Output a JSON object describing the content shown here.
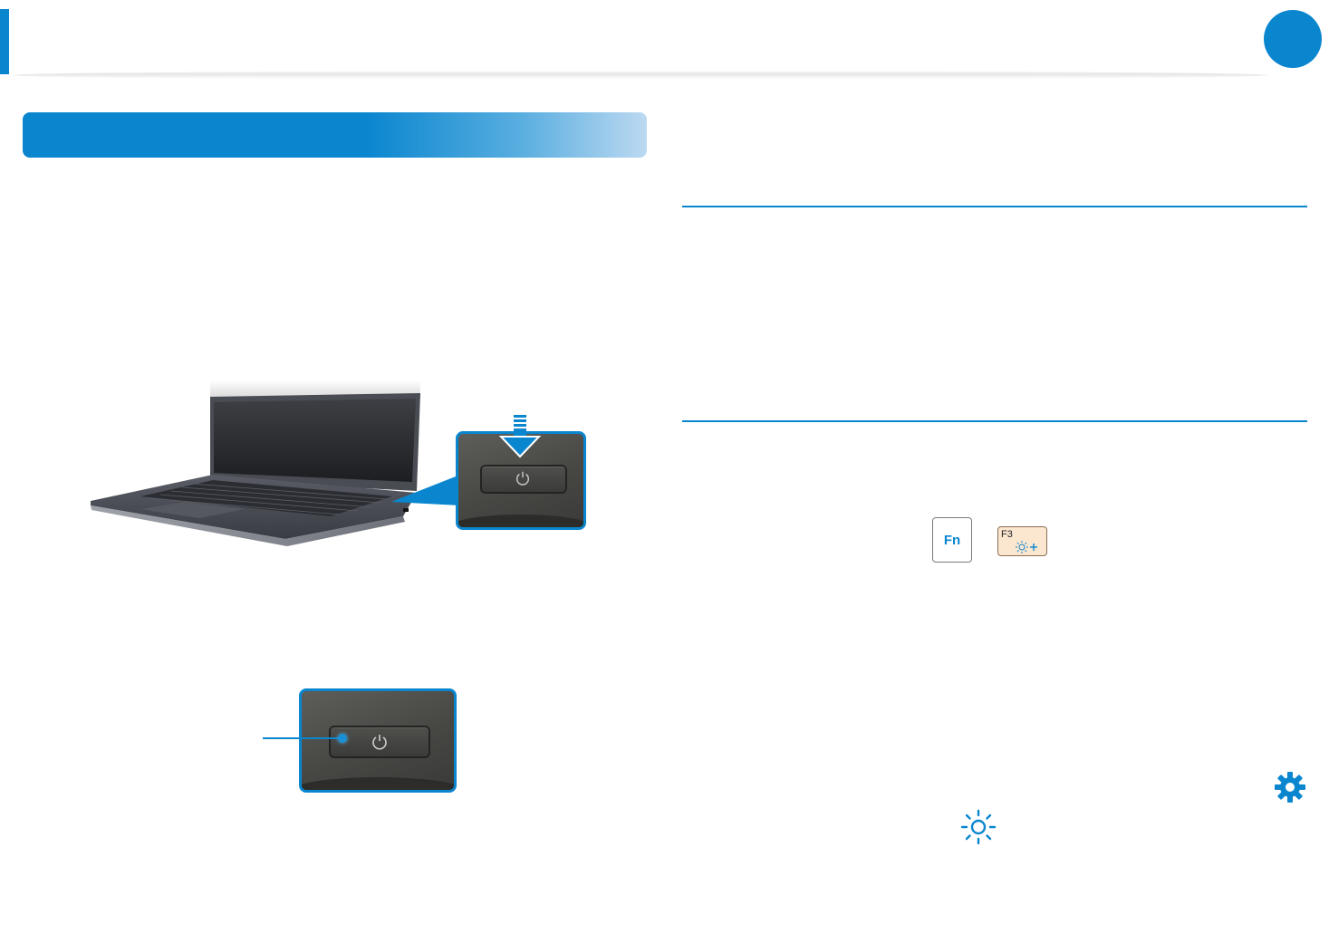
{
  "header": {
    "page_number": ""
  },
  "section": {
    "banner_title": ""
  },
  "keys": {
    "fn_label": "Fn",
    "f3_label": "F3"
  },
  "icons": {
    "page_marker": "circle-badge",
    "gear": "gear-icon",
    "brightness": "sun-icon",
    "power": "power-icon"
  },
  "colors": {
    "accent": "#0a86cf",
    "f3_key_fill": "#fbe6d0"
  }
}
